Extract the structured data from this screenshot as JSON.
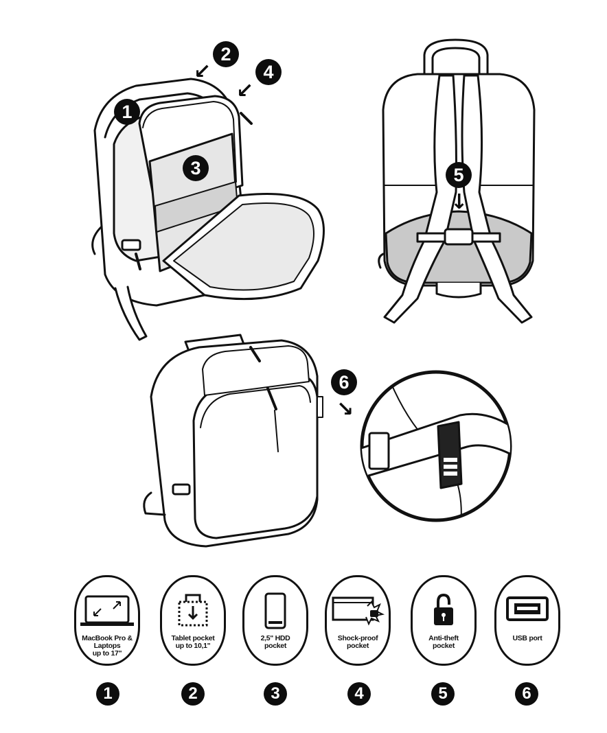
{
  "illustrations": {
    "open_backpack": {
      "markers": [
        "1",
        "2",
        "3",
        "4"
      ]
    },
    "back_view": {
      "markers": [
        "5"
      ]
    },
    "front_view": {
      "markers": [
        "6"
      ]
    }
  },
  "features": [
    {
      "number": "1",
      "label": "MacBook Pro &\nLaptops\nup to 17\"",
      "icon": "laptop-icon"
    },
    {
      "number": "2",
      "label": "Tablet pocket\nup to 10,1\"",
      "icon": "tablet-pocket-icon"
    },
    {
      "number": "3",
      "label": "2,5\" HDD\npocket",
      "icon": "hdd-icon"
    },
    {
      "number": "4",
      "label": "Shock-proof\npocket",
      "icon": "shock-proof-icon"
    },
    {
      "number": "5",
      "label": "Anti-theft\npocket",
      "icon": "padlock-icon"
    },
    {
      "number": "6",
      "label": "USB port",
      "icon": "usb-port-icon"
    }
  ]
}
